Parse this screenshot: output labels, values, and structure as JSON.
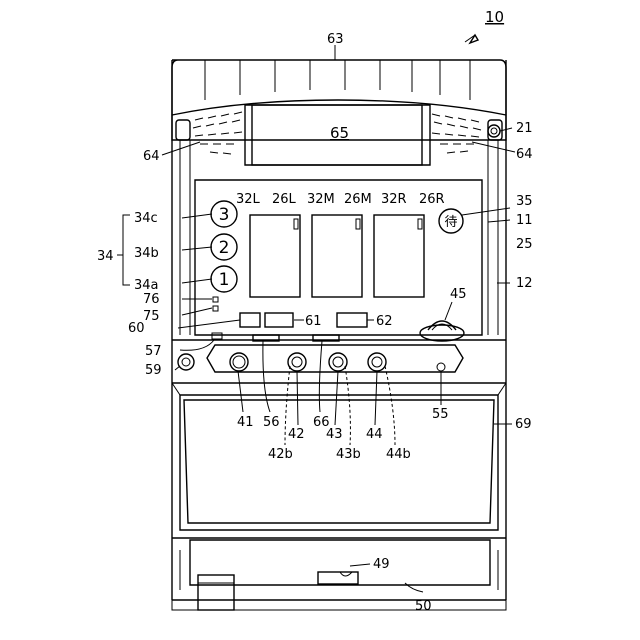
{
  "figure_number": "10",
  "reel_window_glyph": "待",
  "bet_lamp_digits": [
    "3",
    "2",
    "1"
  ],
  "reference_numerals": {
    "63": "63",
    "65": "65",
    "21": "21",
    "64_left": "64",
    "64_right": "64",
    "35": "35",
    "11": "11",
    "25": "25",
    "12": "12",
    "45": "45",
    "32L": "32L",
    "26L": "26L",
    "32M": "32M",
    "26M": "26M",
    "32R": "32R",
    "26R": "26R",
    "34": "34",
    "34c": "34c",
    "34b": "34b",
    "34a": "34a",
    "76": "76",
    "75": "75",
    "60": "60",
    "61": "61",
    "62": "62",
    "57": "57",
    "59": "59",
    "41": "41",
    "56": "56",
    "42": "42",
    "66": "66",
    "43": "43",
    "44": "44",
    "55": "55",
    "69": "69",
    "42b": "42b",
    "43b": "43b",
    "44b": "44b",
    "49": "49",
    "50": "50"
  }
}
